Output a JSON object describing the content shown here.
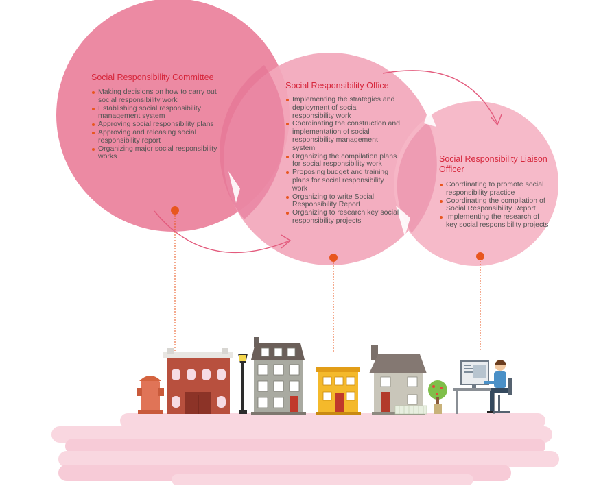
{
  "committee": {
    "title": "Social Responsibility Committee",
    "items": [
      "Making decisions on how to carry out social responsibility work",
      "Establishing social responsibility management system",
      "Approving social responsibility plans",
      "Approving and releasing social responsibility report",
      "Organizing major social responsibility works"
    ]
  },
  "office": {
    "title": "Social Responsibility Office",
    "items": [
      "Implementing the strategies and deployment of social responsibility work",
      "Coordinating the construction and implementation of social responsibility management system",
      "Organizing the compilation plans for social responsibility work",
      "Proposing budget and training plans for social responsibility work",
      "Organizing to write Social Responsibility Report",
      "Organizing to research key social responsibility projects"
    ]
  },
  "liaison": {
    "title": "Social Responsibility Liaison Officer",
    "items": [
      "Coordinating to promote social responsibility practice",
      "Coordinating the compilation of Social Responsibility Report",
      "Implementing the research of key social responsibility projects"
    ]
  },
  "colors": {
    "circle_large": "#ec8aa3",
    "circle_mid": "#f2a7bb",
    "circle_small": "#f5b6c6",
    "overlap": "#e46f91",
    "title_red": "#d6263b",
    "bullet_orange": "#e8561e",
    "ground_pink": "#f9d7e0"
  },
  "icons": [
    "fire-hydrant-icon",
    "brick-building-icon",
    "street-lamp-icon",
    "grey-house-icon",
    "yellow-house-icon",
    "cottage-icon",
    "tree-icon",
    "fence-icon",
    "person-at-computer-icon"
  ]
}
